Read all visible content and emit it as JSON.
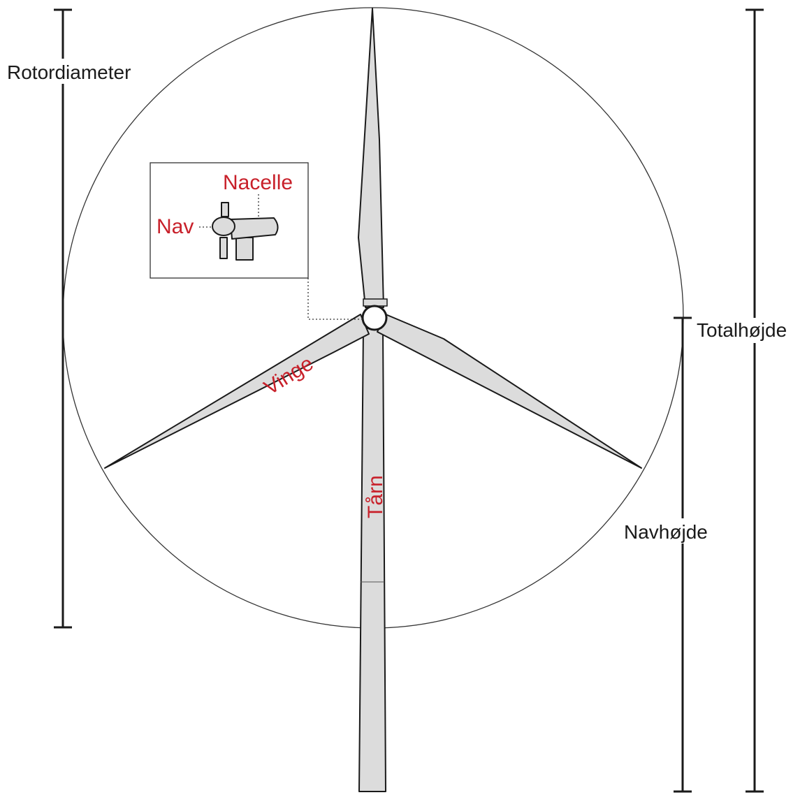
{
  "diagram": {
    "labels": {
      "rotordiameter": "Rotordiameter",
      "totalhojde": "Totalhøjde",
      "navhojde": "Navhøjde",
      "nacelle": "Nacelle",
      "nav": "Nav",
      "vinge": "Vinge",
      "taarn": "Tårn"
    },
    "colors": {
      "part_fill": "#dcdcdc",
      "outline": "#1a1a1a",
      "label_red": "#c8202a",
      "label_black": "#1a1a1a"
    }
  }
}
